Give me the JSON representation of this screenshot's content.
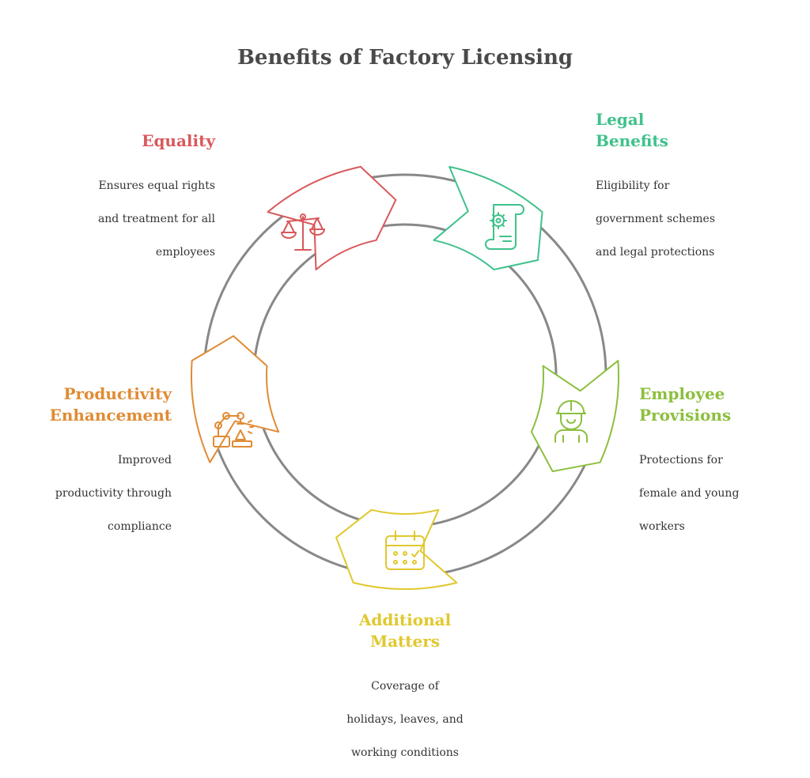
{
  "title": "Benefits of Factory Licensing",
  "colors": {
    "ring_outline": "#888888",
    "equality": "#d9585b",
    "legal": "#3fc18b",
    "employee": "#8cbf3f",
    "additional": "#e0c82e",
    "productivity": "#e08b34"
  },
  "segments": {
    "equality": {
      "title_lines": [
        "Equality"
      ],
      "description_lines": [
        "Ensures equal rights",
        "and treatment for all",
        "employees"
      ],
      "icon": "scales-icon"
    },
    "legal": {
      "title_lines": [
        "Legal",
        "Benefits"
      ],
      "description_lines": [
        "Eligibility for",
        "government schemes",
        "and legal protections"
      ],
      "icon": "certificate-scroll-icon"
    },
    "employee": {
      "title_lines": [
        "Employee",
        "Provisions"
      ],
      "description_lines": [
        "Protections for",
        "female and young",
        "workers"
      ],
      "icon": "worker-helmet-icon"
    },
    "additional": {
      "title_lines": [
        "Additional",
        "Matters"
      ],
      "description_lines": [
        "Coverage of",
        "holidays, leaves, and",
        "working conditions"
      ],
      "icon": "calendar-icon"
    },
    "productivity": {
      "title_lines": [
        "Productivity",
        "Enhancement"
      ],
      "description_lines": [
        "Improved",
        "productivity through",
        "compliance"
      ],
      "icon": "robot-arm-icon"
    }
  }
}
